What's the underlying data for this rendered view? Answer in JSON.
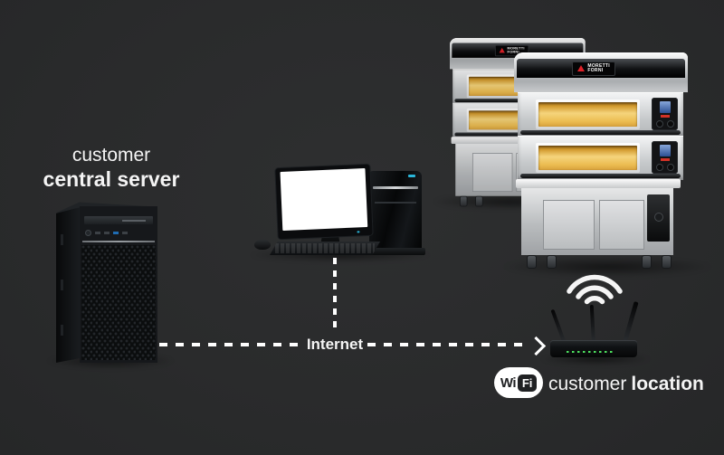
{
  "colors": {
    "background": "#2e2f30",
    "text": "#f4f4f4",
    "dash": "#ffffff",
    "amber_glow": "#f0c766",
    "led_green": "#4ce05e",
    "brand_red": "#e02128"
  },
  "server": {
    "label_line1": "customer",
    "label_line2": "central server"
  },
  "connection": {
    "internet_label": "Internet"
  },
  "wifi_badge": {
    "wi": "Wi",
    "fi": "Fi"
  },
  "location": {
    "label_regular": "customer",
    "label_bold": "location"
  },
  "oven_brand": {
    "line1": "MORETTI",
    "line2": "FORNI"
  }
}
